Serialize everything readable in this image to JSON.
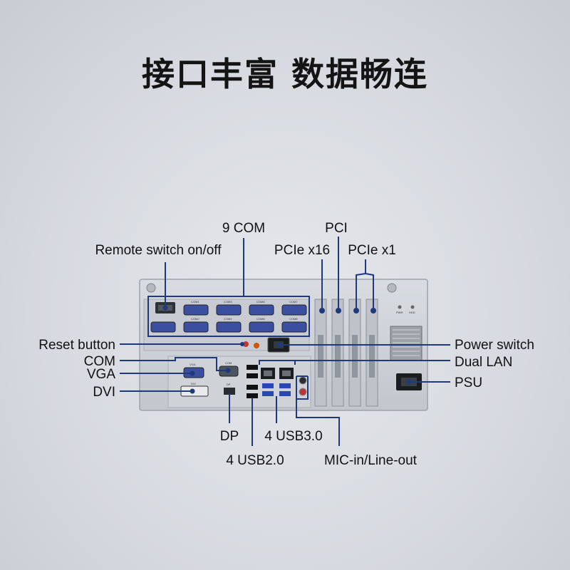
{
  "headline": "接口丰富 数据畅连",
  "labels": {
    "remote_switch": "Remote switch on/off",
    "com9": "9 COM",
    "pci": "PCI",
    "pcie_x16": "PCIe x16",
    "pcie_x1": "PCIe x1",
    "reset_button": "Reset button",
    "com": "COM",
    "vga": "VGA",
    "dvi": "DVI",
    "power_switch": "Power switch",
    "dual_lan": "Dual LAN",
    "psu": "PSU",
    "dp": "DP",
    "usb30": "4 USB3.0",
    "usb20": "4 USB2.0",
    "mic_line": "MIC-in/Line-out"
  },
  "panel_silk": {
    "com_ports": [
      "COM1",
      "COM3",
      "COM5",
      "COM7",
      "COM2",
      "COM4",
      "COM6",
      "COM8"
    ],
    "vga": "VGA",
    "com": "COM",
    "dvi": "DVI",
    "dp": "DP",
    "pwr": "PWR",
    "hdd": "HDD"
  },
  "colors": {
    "accent": "#1e3a7c",
    "chassis": "#cdd1d6",
    "port_blue": "#3a4fa0"
  }
}
